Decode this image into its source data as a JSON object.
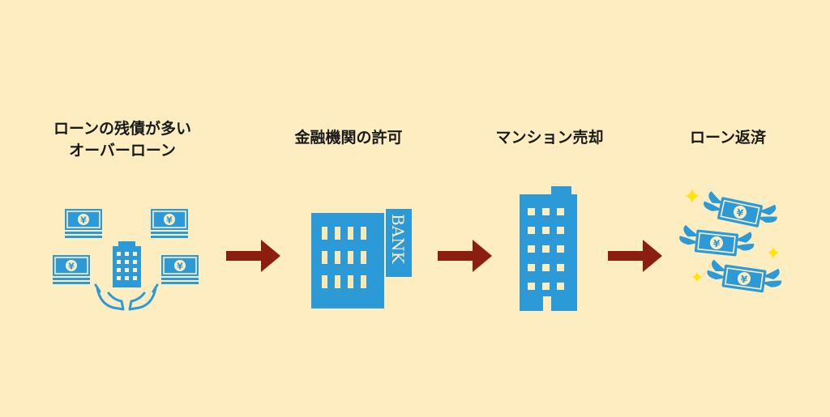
{
  "steps": [
    {
      "line1": "ローンの残債が多い",
      "line2": "オーバーローン",
      "icon": "money-and-building-icon"
    },
    {
      "line1": "金融機関の許可",
      "icon": "bank-building-icon",
      "sign_text": "BANK"
    },
    {
      "line1": "マンション売却",
      "icon": "apartment-building-icon"
    },
    {
      "line1": "ローン返済",
      "icon": "flying-yen-bills-icon",
      "bill_symbol": "¥"
    }
  ],
  "colors": {
    "background": "#FDEDC0",
    "icon_blue": "#2D9AD8",
    "window_cream": "#FBE9B4",
    "arrow": "#8B1E0E",
    "sparkle": "#FFE600"
  }
}
